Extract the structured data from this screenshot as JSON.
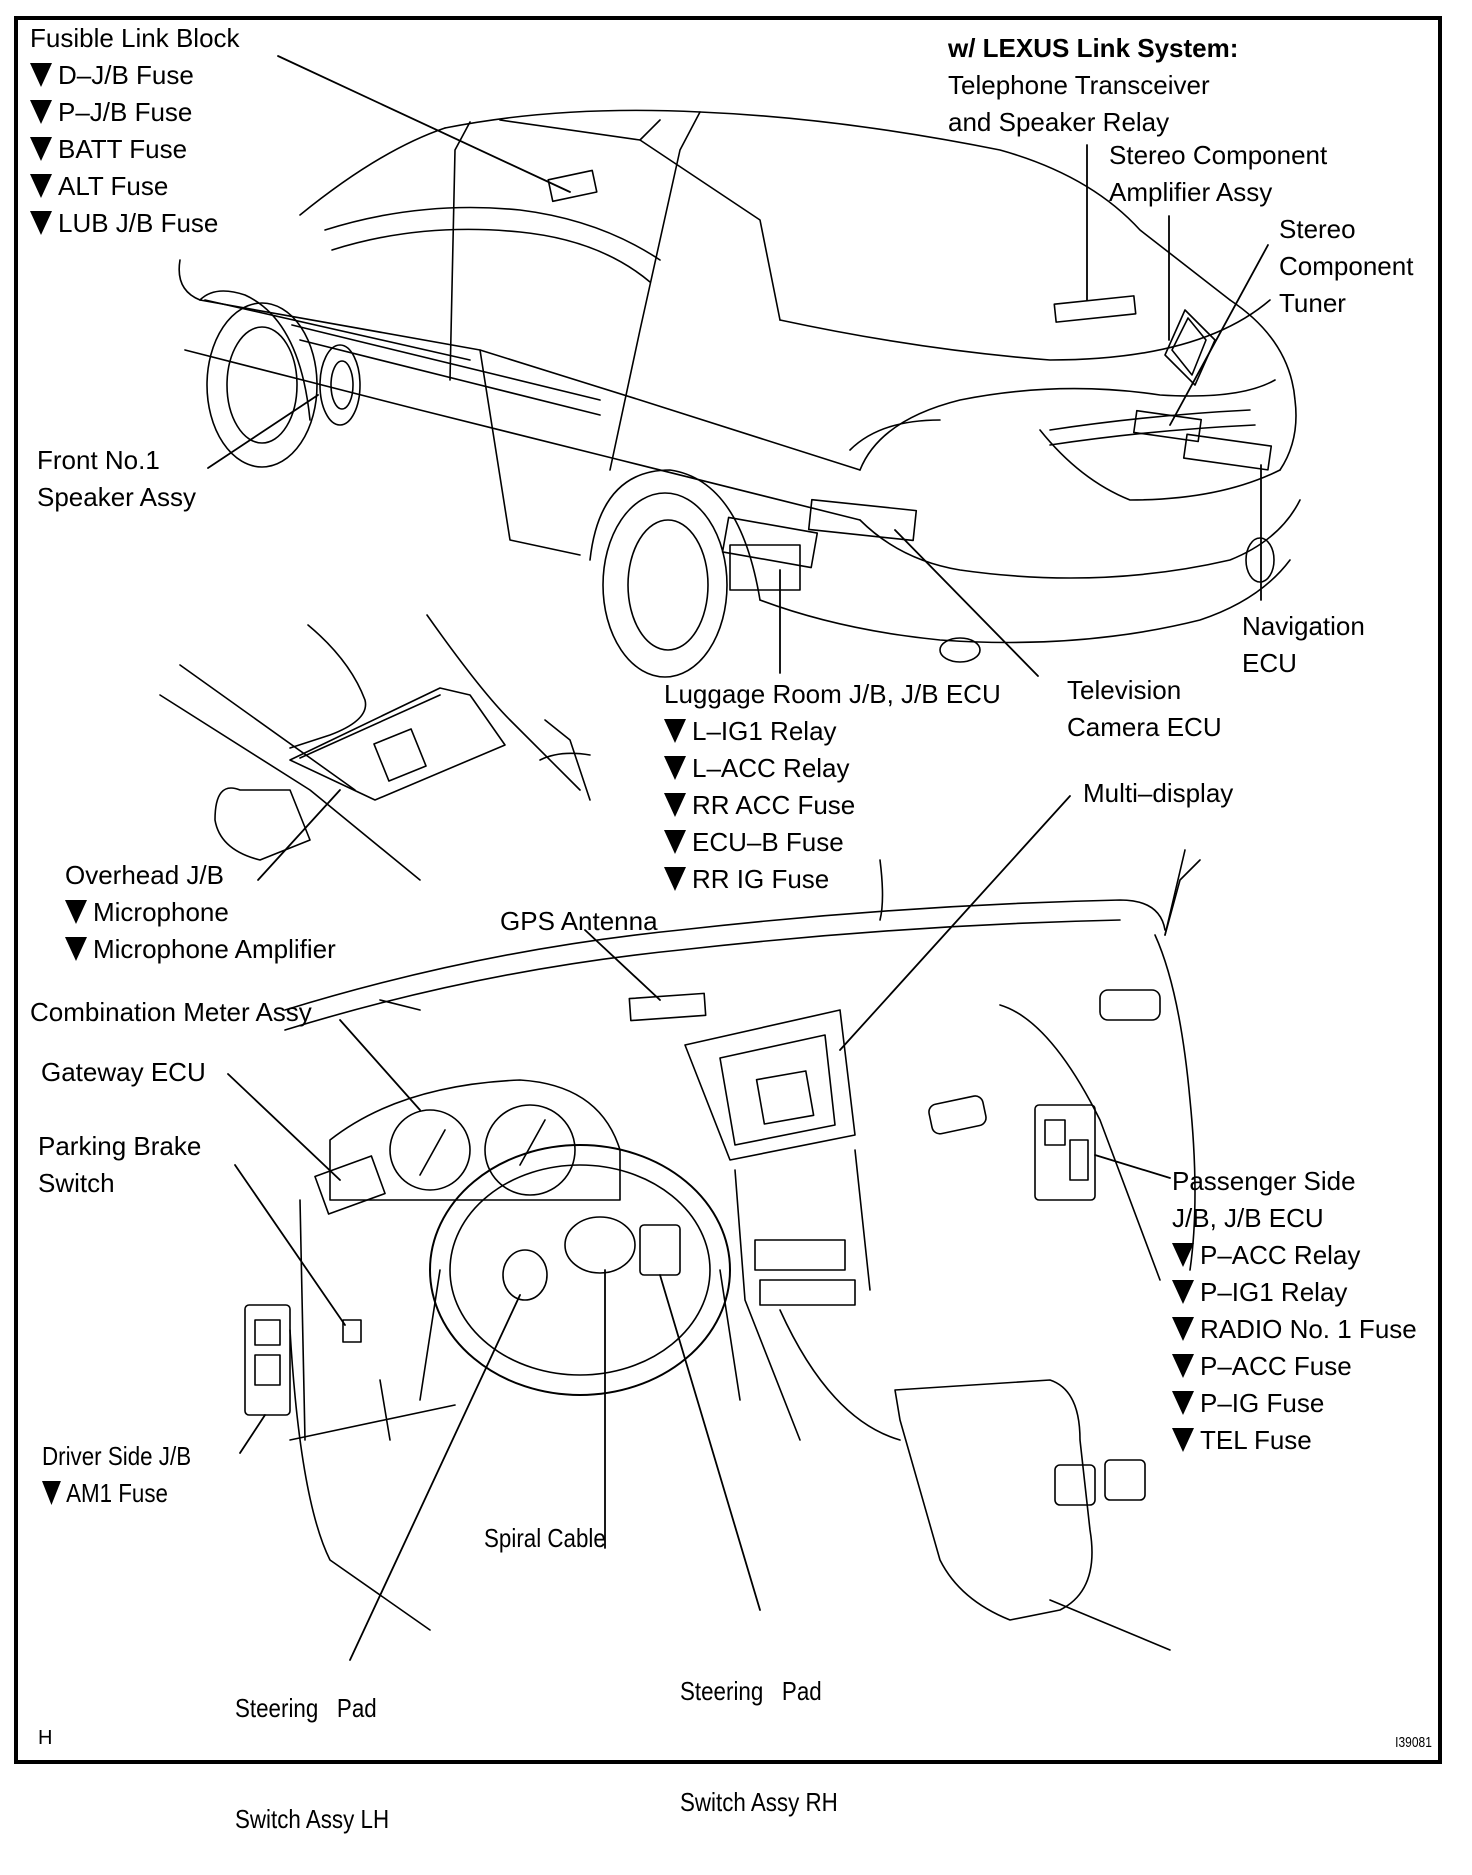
{
  "figure": {
    "corner_letter": "H",
    "figure_id": "I39081",
    "colors": {
      "ink": "#000000",
      "paper": "#ffffff"
    }
  },
  "labels": {
    "fusible_link": {
      "title": "Fusible Link Block",
      "items": [
        "D–J/B Fuse",
        "P–J/B Fuse",
        "BATT Fuse",
        "ALT Fuse",
        "LUB J/B Fuse"
      ]
    },
    "lexus_link": {
      "heading": "w/ LEXUS Link System:",
      "lines": [
        "Telephone Transceiver",
        "and Speaker Relay"
      ]
    },
    "stereo_amp": {
      "lines": [
        "Stereo Component",
        "Amplifier Assy"
      ]
    },
    "stereo_tuner": {
      "lines": [
        "Stereo",
        "Component",
        "Tuner"
      ]
    },
    "front_speaker": {
      "lines": [
        "Front No.1",
        "Speaker Assy"
      ]
    },
    "navigation_ecu": {
      "lines": [
        "Navigation",
        "ECU"
      ]
    },
    "luggage_room": {
      "title": "Luggage Room J/B, J/B ECU",
      "items": [
        "L–IG1 Relay",
        "L–ACC Relay",
        "RR ACC Fuse",
        "ECU–B Fuse",
        "RR IG Fuse"
      ]
    },
    "tv_camera": {
      "lines": [
        "Television",
        "Camera ECU"
      ]
    },
    "multi_display": {
      "text": "Multi–display"
    },
    "overhead_jb": {
      "title": "Overhead J/B",
      "items": [
        "Microphone",
        "Microphone Amplifier"
      ]
    },
    "gps_antenna": {
      "text": "GPS Antenna"
    },
    "combination_meter": {
      "text": "Combination Meter Assy"
    },
    "gateway_ecu": {
      "text": "Gateway ECU"
    },
    "parking_brake": {
      "lines": [
        "Parking Brake",
        "Switch"
      ]
    },
    "passenger_side": {
      "lines": [
        "Passenger Side",
        "J/B, J/B ECU"
      ],
      "items": [
        "P–ACC Relay",
        "P–IG1 Relay",
        "RADIO No. 1 Fuse",
        "P–ACC Fuse",
        "P–IG Fuse",
        "TEL Fuse"
      ]
    },
    "driver_side": {
      "title": "Driver Side J/B",
      "items": [
        "AM1 Fuse"
      ]
    },
    "spiral_cable": {
      "text": "Spiral Cable"
    },
    "steering_lh": {
      "lines": [
        "Steering   Pad",
        "Switch Assy LH"
      ]
    },
    "steering_rh": {
      "lines": [
        "Steering   Pad",
        "Switch Assy RH"
      ]
    }
  }
}
